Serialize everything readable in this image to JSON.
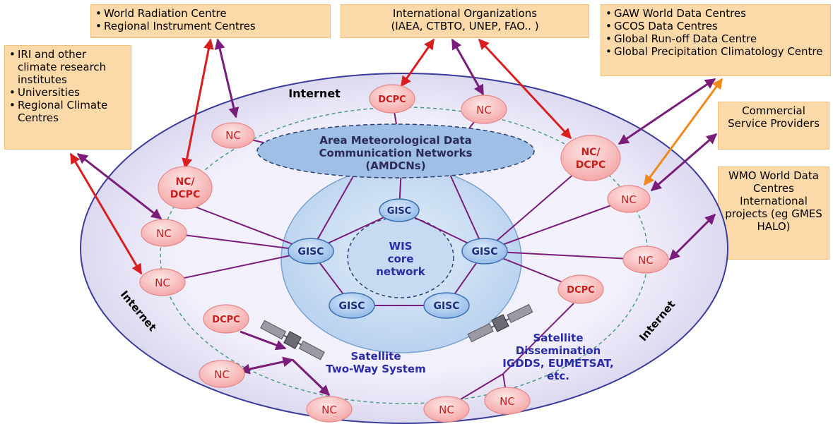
{
  "boxes": {
    "radiation": {
      "items": [
        "World Radiation Centre",
        "Regional Instrument Centres"
      ]
    },
    "intl_orgs": {
      "line1": "International Organizations",
      "line2": "(IAEA, CTBTO, UNEP, FAO.. )"
    },
    "gaw": {
      "items": [
        "GAW World Data Centres",
        "GCOS Data Centres",
        "Global Run-off Data Centre",
        "Global Precipitation Climatology Centre"
      ]
    },
    "iri": {
      "items": [
        "IRI and other climate research institutes",
        "Universities",
        "Regional Climate Centres"
      ]
    },
    "commercial": {
      "text": "Commercial Service Providers"
    },
    "wmo": {
      "text": "WMO World Data Centres International projects (eg GMES HALO)"
    }
  },
  "labels": {
    "internet_top": "Internet",
    "internet_left": "Internet",
    "internet_right": "Internet",
    "amdcn_line1": "Area Meteorological Data",
    "amdcn_line2": "Communication Networks",
    "amdcn_line3": "(AMDCNs)",
    "wis_line1": "WIS",
    "wis_line2": "core",
    "wis_line3": "network",
    "sat_two_way_line1": "Satellite",
    "sat_two_way_line2": "Two-Way System",
    "sat_diss_line1": "Satellite",
    "sat_diss_line2": "Dissemination",
    "sat_diss_line3": "IGDDS, EUMETSAT,",
    "sat_diss_line4": "etc."
  },
  "node_labels": {
    "gisc": "GISC",
    "nc": "NC",
    "dcpc": "DCPC",
    "nc_dcpc_line1": "NC/",
    "nc_dcpc_line2": "DCPC"
  },
  "colors": {
    "box_fill": "#fbd9a8",
    "outer_ring": "#e8e6f6",
    "inner_disc": "#cfe0f4",
    "node_pink": "#f7b9b9",
    "node_pink_stroke": "#e38a8a",
    "gisc_blue": "#a9c9ee",
    "gisc_stroke": "#3d6fb0",
    "purple_link": "#7a1d7a",
    "red_arrow": "#d81e1e",
    "orange_arrow": "#f08a1a",
    "dashed_ring": "#4f9a84",
    "text_blue": "#2b2ba8",
    "text_red": "#c91e1e"
  }
}
